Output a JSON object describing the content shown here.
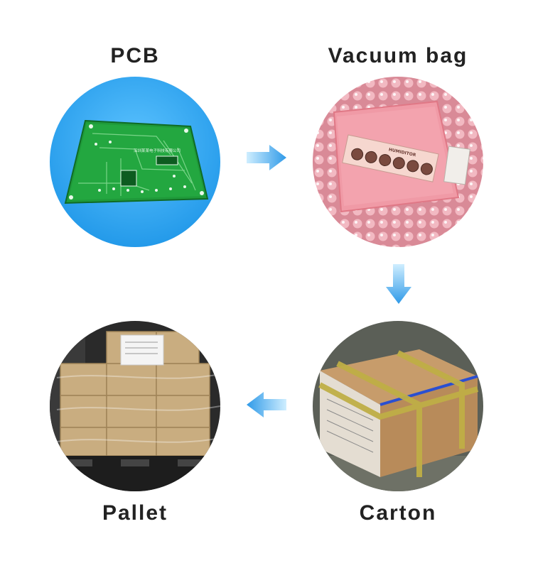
{
  "steps": [
    {
      "label": "PCB",
      "icon": "pcb-board-icon"
    },
    {
      "label": "Vacuum bag",
      "icon": "vacuum-bag-icon"
    },
    {
      "label": "Carton",
      "icon": "carton-box-icon"
    },
    {
      "label": "Pallet",
      "icon": "pallet-icon"
    }
  ],
  "pcb_print": "深圳某某电子科技有限公司",
  "indicator_brand": "HUMIDITOR",
  "colors": {
    "arrow_light": "#bfe6ff",
    "arrow_dark": "#2f9ae8",
    "pcb_bg": "#2ea7f0",
    "pcb_green": "#1f9a3a",
    "bag_pink": "#f09aa6",
    "carton_brown": "#b88b5a",
    "pallet_dark": "#2a2a2a"
  }
}
